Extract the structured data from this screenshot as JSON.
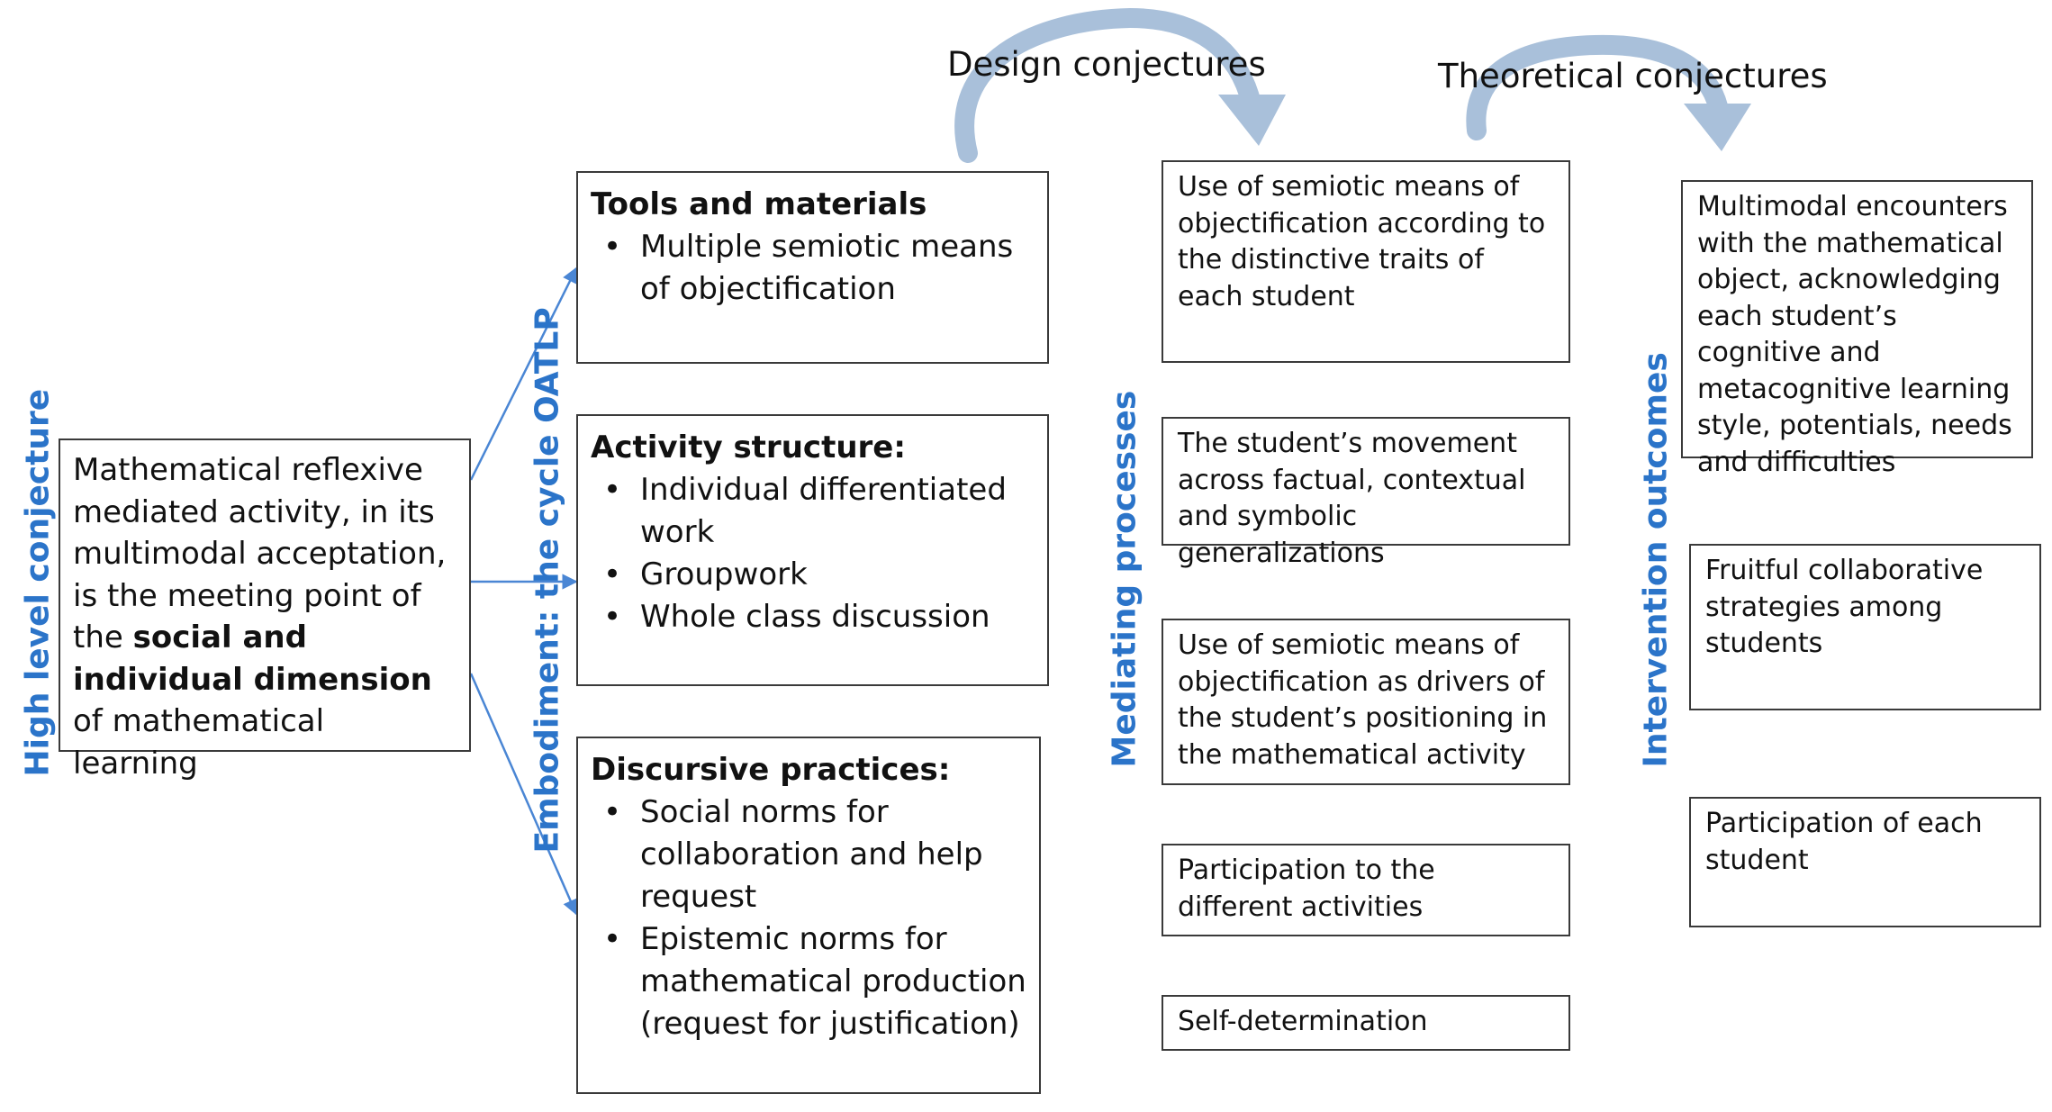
{
  "labels": {
    "high_level": "High level conjecture",
    "embodiment": "Embodiment: the cycle OATLP",
    "mediating": "Mediating processes",
    "outcomes": "Intervention outcomes",
    "design_conjectures": "Design conjectures",
    "theoretical_conjectures": "Theoretical conjectures"
  },
  "high_level_box": {
    "text_1": "Mathematical reflexive mediated activity, in its multimodal acceptation, is the meeting point of the ",
    "bold": "social and individual dimension",
    "text_2": " of mathematical learning"
  },
  "embodiment_boxes": {
    "tools": {
      "title": "Tools and materials",
      "items": [
        "Multiple semiotic means of objectification"
      ]
    },
    "activity": {
      "title": "Activity structure:",
      "items": [
        "Individual differentiated work",
        "Groupwork",
        "Whole class discussion"
      ]
    },
    "discursive": {
      "title": "Discursive practices:",
      "items": [
        "Social norms for collaboration and help request",
        "Epistemic norms for mathematical production (request for justification)"
      ]
    }
  },
  "mediating_processes": [
    "Use of semiotic means of objectification according to the distinctive traits of each student",
    "The student’s movement across factual, contextual and symbolic generalizations",
    "Use of semiotic means of objectification as drivers of the student’s positioning in the mathematical activity",
    "Participation to the different activities",
    "Self-determination"
  ],
  "intervention_outcomes": [
    "Multimodal encounters with the mathematical object, acknowledging each student’s cognitive and metacognitive learning style, potentials, needs and difficulties",
    "Fruitful collaborative strategies  among students",
    "Participation of each student"
  ],
  "colors": {
    "label_blue": "#2b74c9",
    "connector_blue": "#4a86d4",
    "curved_arrow": "#a9c0da",
    "box_border": "#3a3a3a"
  }
}
